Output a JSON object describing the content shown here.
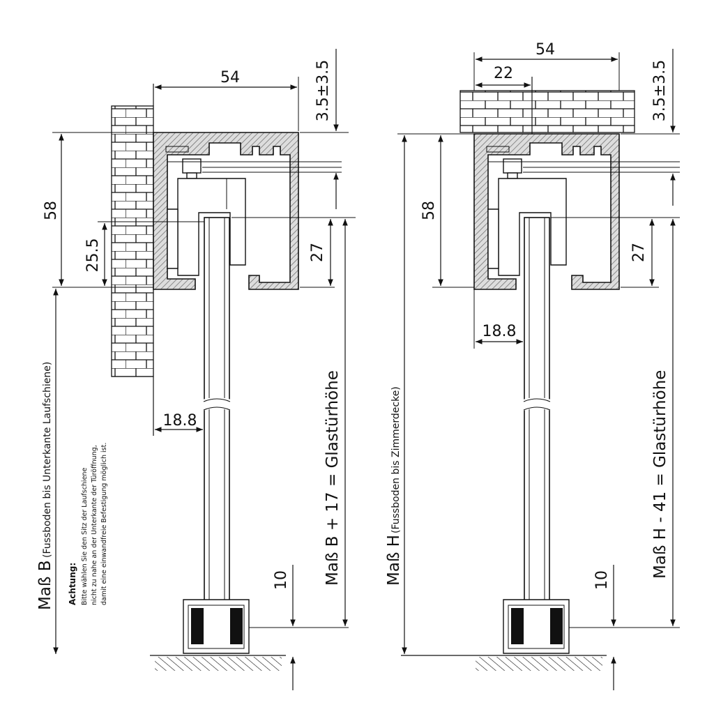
{
  "left": {
    "dim_top_width": "54",
    "dim_offset": "3.5±3.5",
    "dim_height": "58",
    "dim_wall_offset": "25.5",
    "dim_glass_top": "27",
    "dim_glass_gap": "18.8",
    "dim_floor_gap": "10",
    "label_main": "Maß B",
    "label_sub": "(Fussboden bis Unterkante Laufschiene)",
    "formula": "Maß B + 17 = Glastürhöhe",
    "note_title": "Achtung:",
    "note_line1": "Bitte wählen Sie den Sitz der Laufschiene",
    "note_line2": "nicht zu nahe an der Unterkante der Türöffnung,",
    "note_line3": "damit eine einwandfreie Befestigung möglich ist."
  },
  "right": {
    "dim_top_width": "54",
    "dim_inner": "22",
    "dim_offset": "3.5±3.5",
    "dim_height": "58",
    "dim_glass_top": "27",
    "dim_glass_gap": "18.8",
    "dim_floor_gap": "10",
    "label_main": "Maß H",
    "label_sub": "(Fussboden bis Zimmerdecke)",
    "formula": "Maß H - 41 = Glastürhöhe"
  }
}
